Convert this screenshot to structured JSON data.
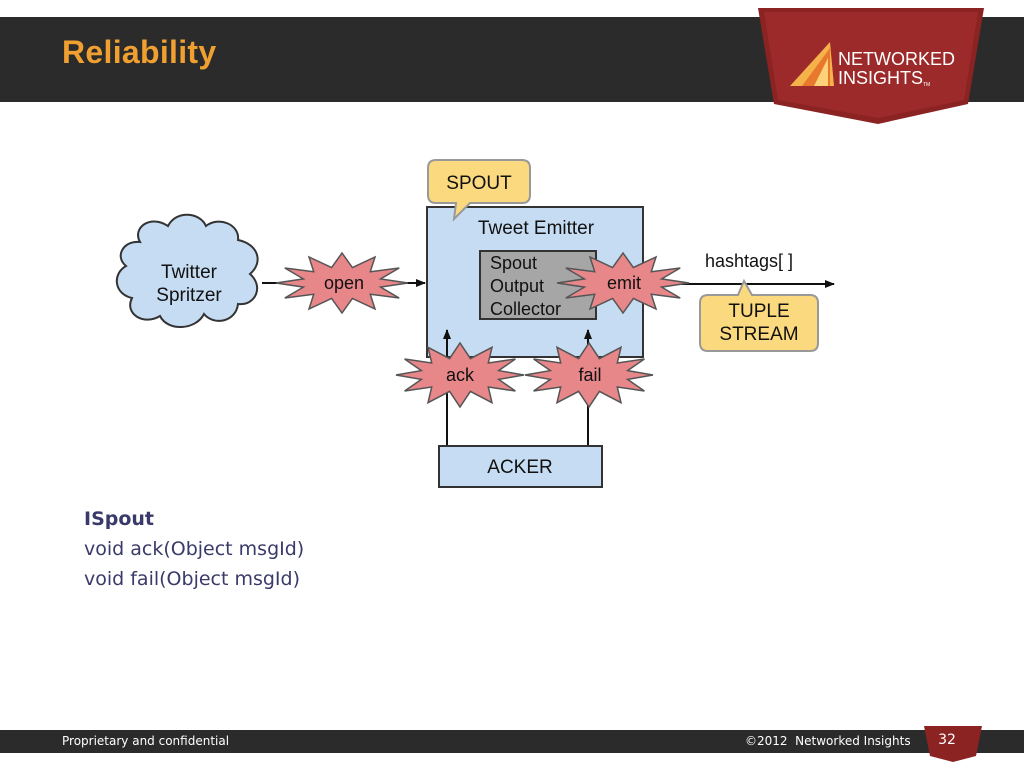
{
  "slide": {
    "title": "Reliability"
  },
  "logo": {
    "line1": "NETWORKED",
    "line2": "INSIGHTS",
    "tm": "TM"
  },
  "diagram": {
    "cloud_line1": "Twitter",
    "cloud_line2": "Spritzer",
    "spout_callout": "SPOUT",
    "emitter_title": "Tweet Emitter",
    "collector_line1": "Spout",
    "collector_line2": "Output",
    "collector_line3": "Collector",
    "burst_open": "open",
    "burst_emit": "emit",
    "burst_ack": "ack",
    "burst_fail": "fail",
    "output_label": "hashtags[ ]",
    "tuple_line1": "TUPLE",
    "tuple_line2": "STREAM",
    "acker": "ACKER",
    "colors": {
      "box_fill": "#c6dcf2",
      "callout_fill": "#fbd97e",
      "burst_fill": "#e7878a",
      "collector_fill": "#a6a6a6"
    }
  },
  "code": {
    "interface_name": "ISpout",
    "line1": "void ack(Object msgId)",
    "line2": "void fail(Object msgId)"
  },
  "footer": {
    "left": "Proprietary and confidential",
    "right": "©2012  Networked Insights",
    "page_number": "32"
  },
  "theme": {
    "title_color": "#f0a030",
    "bar_color": "#2b2b2b",
    "logo_red": "#8b2323"
  }
}
